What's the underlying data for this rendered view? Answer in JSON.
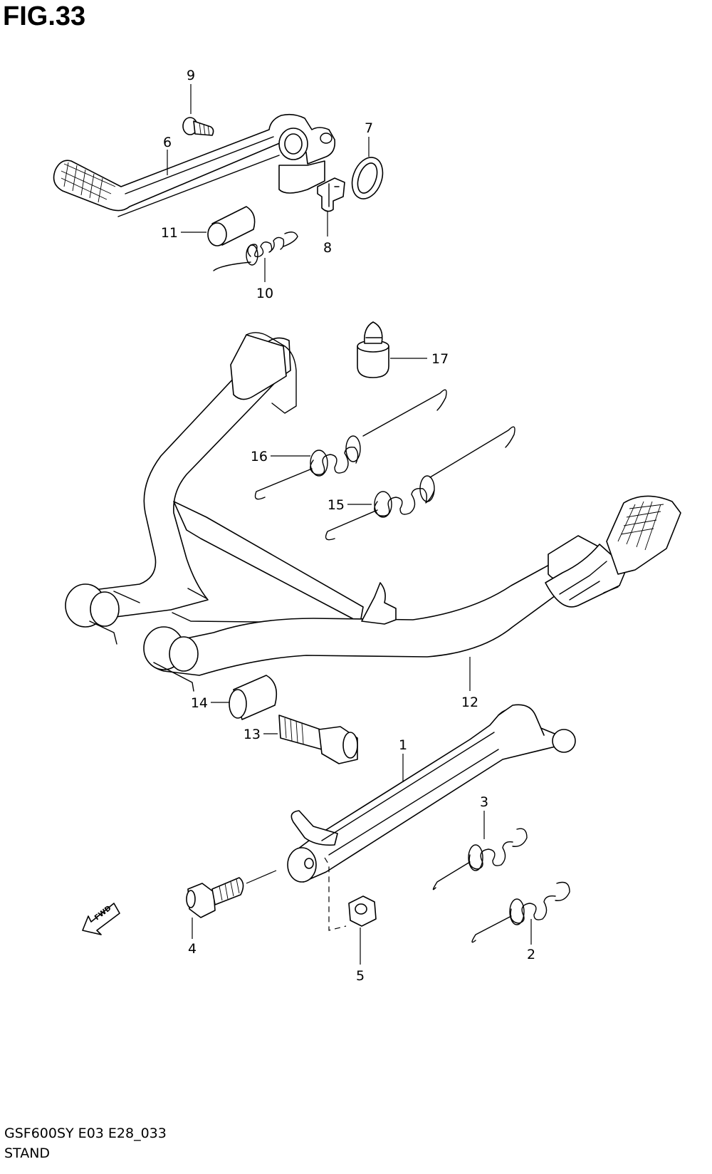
{
  "figure": {
    "title": "FIG.33",
    "model_code": "GSF600SY E03 E28_033",
    "section_name": "STAND",
    "direction_label": "FWD"
  },
  "callouts": [
    {
      "id": "c1",
      "label": "1"
    },
    {
      "id": "c2",
      "label": "2"
    },
    {
      "id": "c3",
      "label": "3"
    },
    {
      "id": "c4",
      "label": "4"
    },
    {
      "id": "c5",
      "label": "5"
    },
    {
      "id": "c6",
      "label": "6"
    },
    {
      "id": "c7",
      "label": "7"
    },
    {
      "id": "c8",
      "label": "8"
    },
    {
      "id": "c9",
      "label": "9"
    },
    {
      "id": "c10",
      "label": "10"
    },
    {
      "id": "c11",
      "label": "11"
    },
    {
      "id": "c12",
      "label": "12"
    },
    {
      "id": "c13",
      "label": "13"
    },
    {
      "id": "c14",
      "label": "14"
    },
    {
      "id": "c15",
      "label": "15"
    },
    {
      "id": "c16",
      "label": "16"
    },
    {
      "id": "c17",
      "label": "17"
    }
  ]
}
